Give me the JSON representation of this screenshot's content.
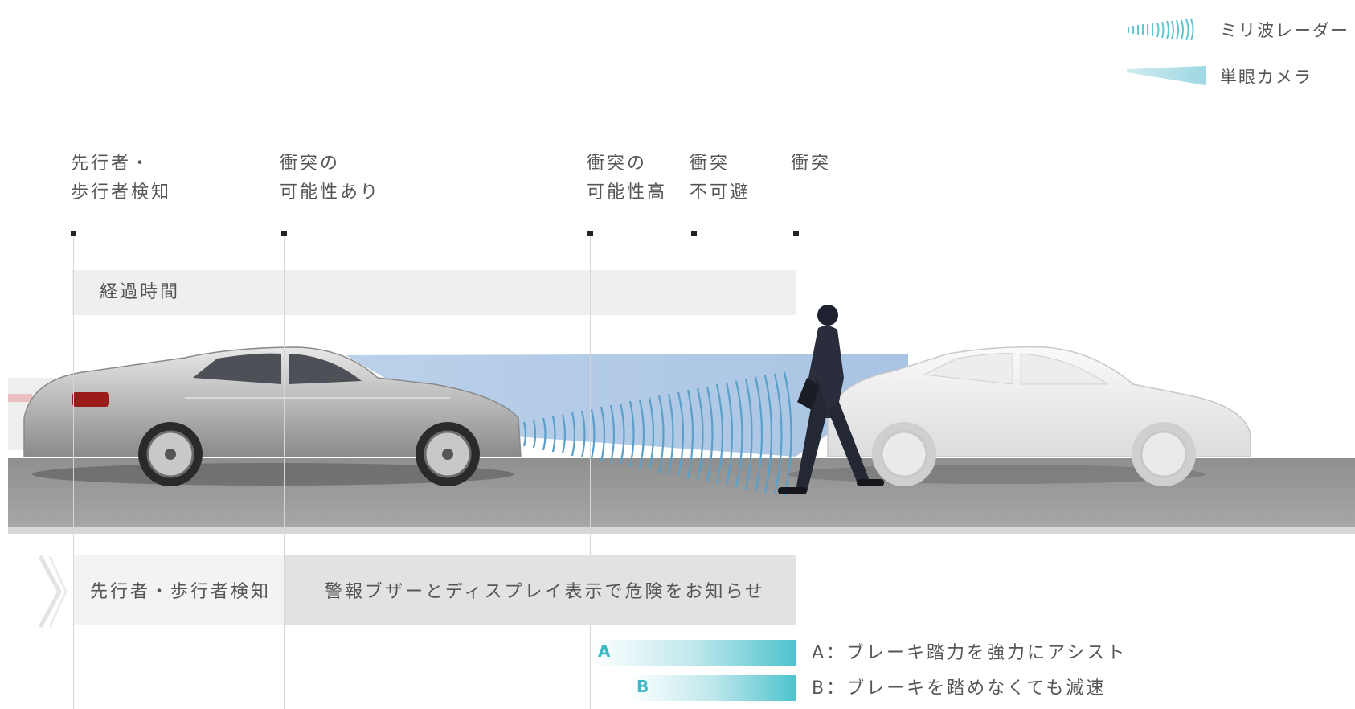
{
  "legend": {
    "radar_label": "ミリ波レーダー",
    "camera_label": "単眼カメラ"
  },
  "timeline": {
    "stages": [
      {
        "line1": "先行者・",
        "line2": "歩行者検知"
      },
      {
        "line1": "衝突の",
        "line2": "可能性あり"
      },
      {
        "line1": "衝突の",
        "line2": "可能性高"
      },
      {
        "line1": "衝突",
        "line2": "不可避"
      },
      {
        "line1": "衝突",
        "line2": ""
      }
    ],
    "elapsed_label": "経過時間"
  },
  "phases": {
    "detection": "先行者・歩行者検知",
    "warning": "警報ブザーとディスプレイ表示で危険をお知らせ"
  },
  "brake": {
    "a_letter": "A",
    "a_text": "A：ブレーキ踏力を強力にアシスト",
    "b_letter": "B",
    "b_text": "B：ブレーキを踏めなくても減速"
  },
  "colors": {
    "radar": "#5aa0c8",
    "camera": "#a9c8e6",
    "brake": "#3bb8c4",
    "road": "#9a9a9a"
  }
}
